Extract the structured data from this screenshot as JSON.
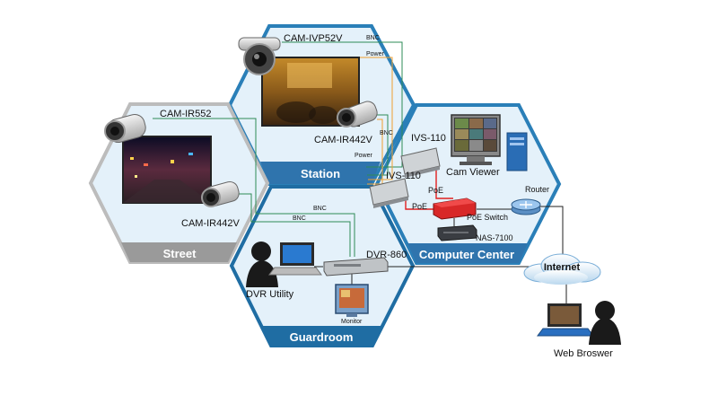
{
  "zones": {
    "station": "Station",
    "street": "Street",
    "computer_center": "Computer Center",
    "guardroom": "Guardroom"
  },
  "devices": {
    "cam_ivp52v": "CAM-IVP52V",
    "cam_ir552": "CAM-IR552",
    "cam_ir442v_station": "CAM-IR442V",
    "cam_ir442v_street": "CAM-IR442V",
    "ivs_110_top": "IVS-110",
    "ivs_110_bottom": "IVS-110",
    "cam_viewer": "Cam Viewer",
    "router": "Router",
    "poe_switch": "PoE Switch",
    "nas": "NAS-7100",
    "dvr": "DVR-860",
    "dvr_utility": "DVR Utility",
    "monitor": "Monitor",
    "internet": "Internet",
    "web_browser": "Web Broswer"
  },
  "links": {
    "bnc_1": "BNC",
    "bnc_2": "BNC",
    "bnc_3": "BNC",
    "bnc_4": "BNC",
    "power_1": "Power",
    "power_2": "Power",
    "poe_1": "PoE",
    "poe_2": "PoE"
  },
  "colors": {
    "hex_fill": "#e4f1fa",
    "hex_border": "#2a7fb8",
    "station_banner": "#2f74ad",
    "street_banner": "#9a9a9a",
    "computer_banner": "#2f74ad",
    "guard_banner": "#1f6da3",
    "bnc_line": "#2e8b57",
    "power_line": "#f0a030",
    "poe_line": "#e02020",
    "network_line": "#222222"
  }
}
